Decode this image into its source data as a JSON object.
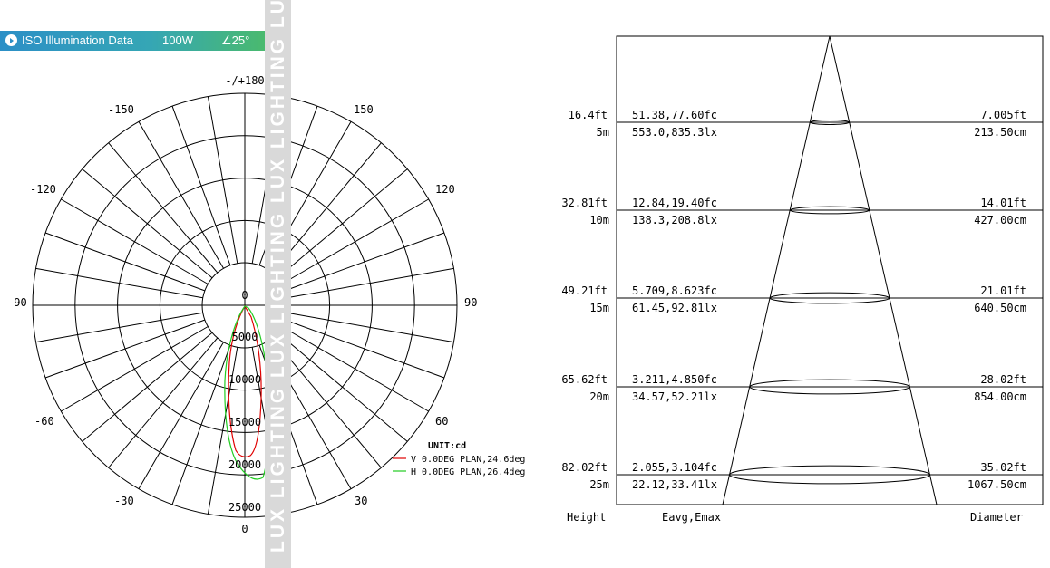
{
  "banner": {
    "title": "ISO Illumination  Data",
    "power": "100W",
    "angle": "∠25°",
    "icon": "play-circle-icon"
  },
  "watermark": {
    "text": "LUX LIGHTING   LUX LIGHTING   LUX LIGHTING   LUX LIGHTING"
  },
  "polar": {
    "angle_labels": {
      "top": "-/+180",
      "bottom": "0",
      "left": "-90",
      "right": "90",
      "m150": "-150",
      "p150": "150",
      "m120": "-120",
      "p120": "120",
      "m60": "-60",
      "p60": "60",
      "m30": "-30",
      "p30": "30"
    },
    "radial_labels": [
      "0",
      "5000",
      "10000",
      "15000",
      "20000",
      "25000"
    ],
    "unit": "UNIT:cd",
    "legend": [
      {
        "name": "V 0.0DEG PLAN,24.6deg",
        "color": "#e00000"
      },
      {
        "name": "H 0.0DEG PLAN,26.4deg",
        "color": "#22cc22"
      }
    ]
  },
  "illuminance": {
    "footer": {
      "height": "Height",
      "eavg": "Eavg,Emax",
      "diameter": "Diameter"
    },
    "rows": [
      {
        "height_ft": "16.4ft",
        "height_m": "5m",
        "fc": "51.38,77.60fc",
        "lx": "553.0,835.3lx",
        "dia_ft": "7.005ft",
        "dia_cm": "213.50cm"
      },
      {
        "height_ft": "32.81ft",
        "height_m": "10m",
        "fc": "12.84,19.40fc",
        "lx": "138.3,208.8lx",
        "dia_ft": "14.01ft",
        "dia_cm": "427.00cm"
      },
      {
        "height_ft": "49.21ft",
        "height_m": "15m",
        "fc": "5.709,8.623fc",
        "lx": "61.45,92.81lx",
        "dia_ft": "21.01ft",
        "dia_cm": "640.50cm"
      },
      {
        "height_ft": "65.62ft",
        "height_m": "20m",
        "fc": "3.211,4.850fc",
        "lx": "34.57,52.21lx",
        "dia_ft": "28.02ft",
        "dia_cm": "854.00cm"
      },
      {
        "height_ft": "82.02ft",
        "height_m": "25m",
        "fc": "2.055,3.104fc",
        "lx": "22.12,33.41lx",
        "dia_ft": "35.02ft",
        "dia_cm": "1067.50cm"
      }
    ]
  }
}
